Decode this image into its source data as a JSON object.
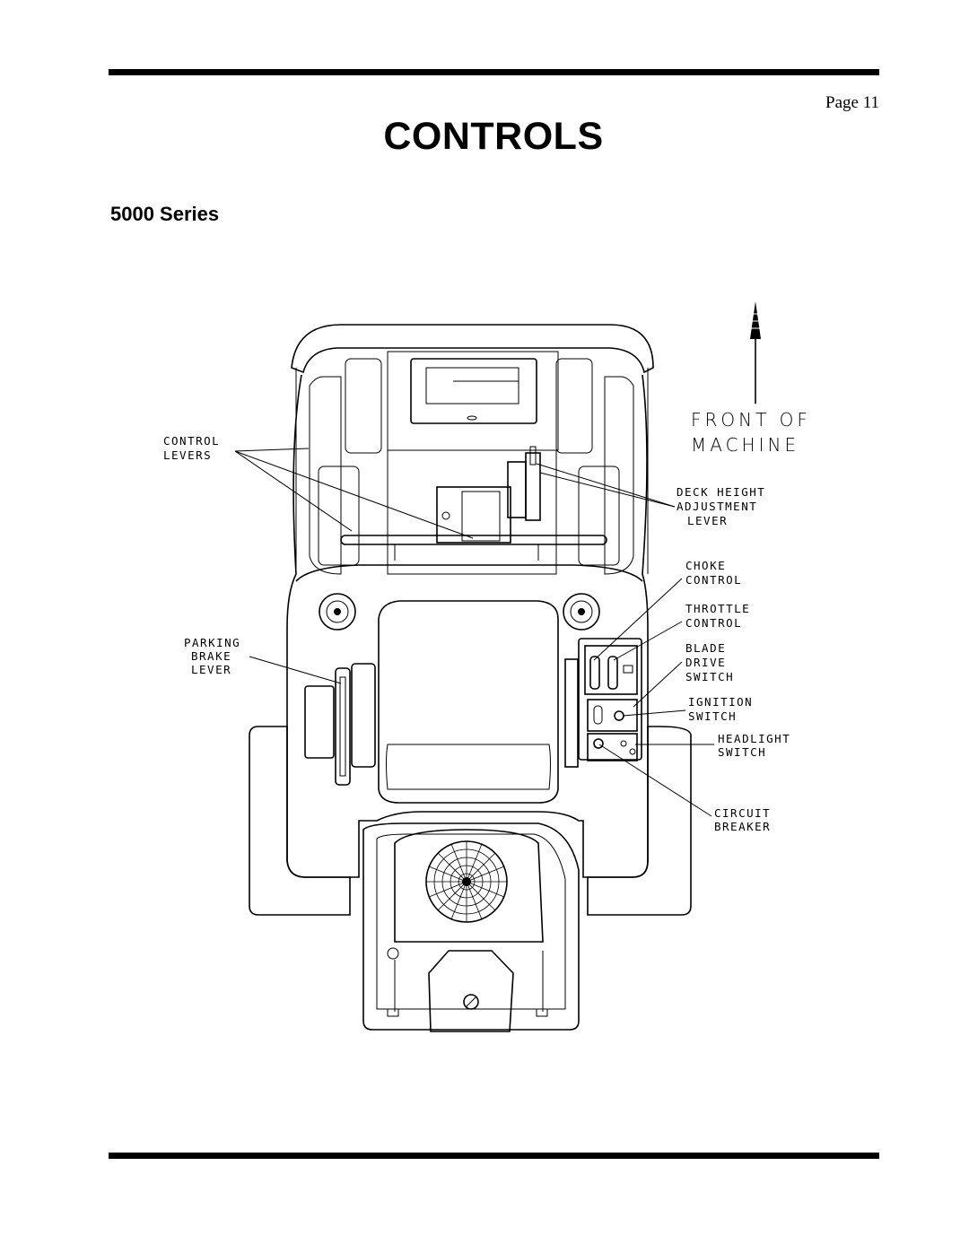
{
  "header": {
    "page_label": "Page 11"
  },
  "title": "CONTROLS",
  "section": "5000 Series",
  "diagram": {
    "front_label_line1": "FRONT OF",
    "front_label_line2": "MACHINE",
    "callouts": {
      "control_levers": [
        "CONTROL",
        "LEVERS"
      ],
      "parking_brake": [
        "PARKING",
        "BRAKE",
        "LEVER"
      ],
      "deck_height": [
        "DECK HEIGHT",
        "ADJUSTMENT",
        "LEVER"
      ],
      "choke": [
        "CHOKE",
        "CONTROL"
      ],
      "throttle": [
        "THROTTLE",
        "CONTROL"
      ],
      "blade_drive": [
        "BLADE",
        "DRIVE",
        "SWITCH"
      ],
      "ignition": [
        "IGNITION",
        "SWITCH"
      ],
      "headlight": [
        "HEADLIGHT",
        "SWITCH"
      ],
      "circuit_breaker": [
        "CIRCUIT",
        "BREAKER"
      ]
    }
  }
}
